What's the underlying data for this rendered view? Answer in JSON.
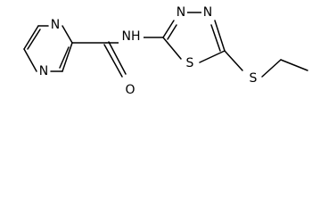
{
  "molecule": {
    "atoms": {
      "pyrazine_n_top": "N",
      "pyrazine_n_bottom": "N",
      "carbonyl_o": "O",
      "amide_nh": "NH",
      "thiadiazole_n_left": "N",
      "thiadiazole_n_right": "N",
      "thiadiazole_s": "S",
      "thioether_s": "S"
    }
  }
}
